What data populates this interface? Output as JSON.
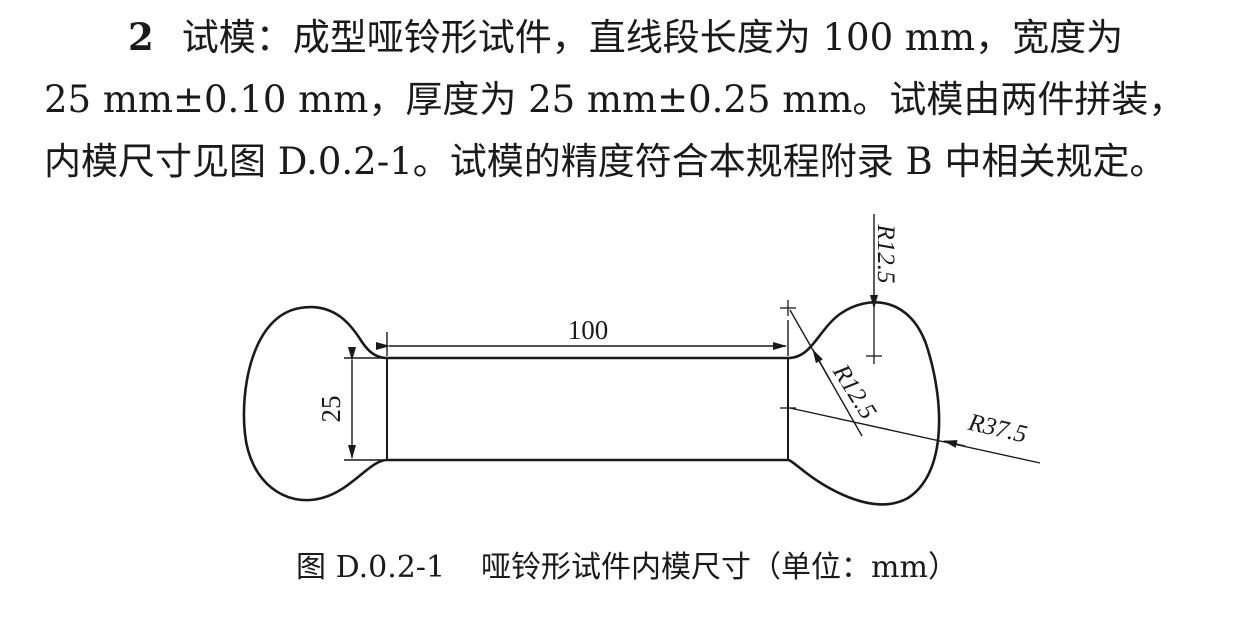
{
  "paragraph": {
    "clause_number": "2",
    "line1": "试模：成型哑铃形试件，直线段长度为 100 mm，宽度为",
    "line2": "25 mm±0.10 mm，厚度为 25 mm±0.25 mm。试模由两件拼装，",
    "line3": "内模尺寸见图 D.0.2-1。试模的精度符合本规程附录 B 中相关规定。"
  },
  "figure": {
    "dimensions": {
      "length": "100",
      "width": "25",
      "radius_top": "R12.5",
      "radius_neck": "R12.5",
      "radius_end": "R37.5"
    }
  },
  "caption": {
    "number": "图 D.0.2-1",
    "title": "哑铃形试件内模尺寸（单位：mm）"
  }
}
